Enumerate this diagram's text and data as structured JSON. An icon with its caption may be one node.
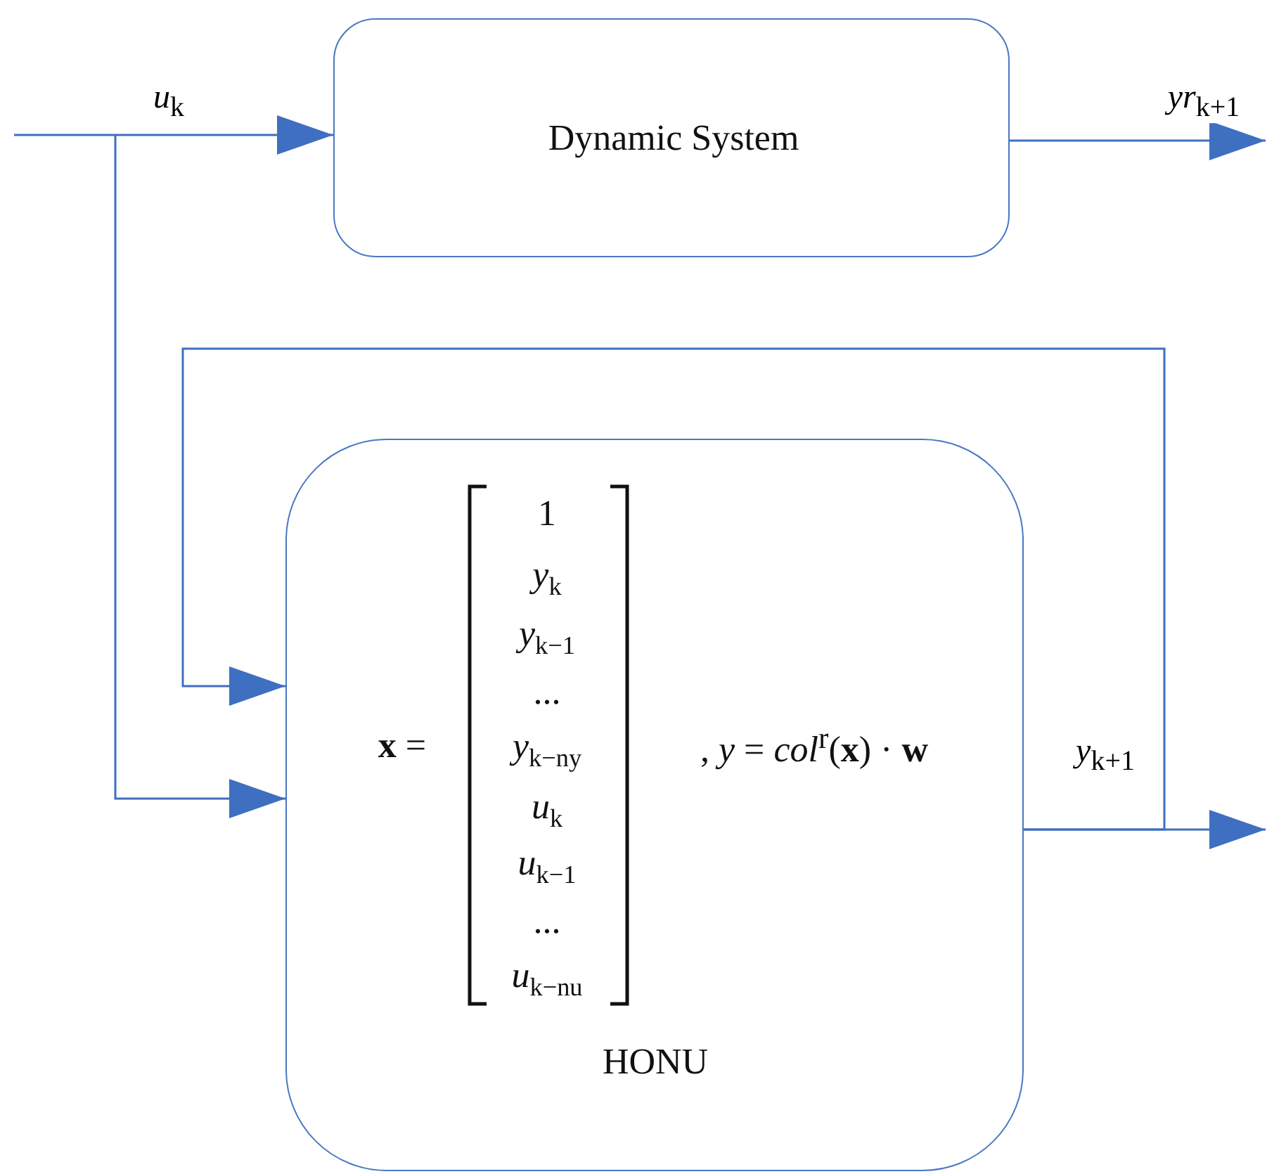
{
  "diagram": {
    "nodes": [
      {
        "text": [
          "Dynamic System"
        ]
      },
      {
        "text": [
          "**x** =",
          "1",
          "*y*$_{k}$",
          "*y*$_{k−1}$",
          "...",
          "*y*$_{k−n}$$_{y}$",
          "*u*$_{k}$",
          "*u*$_{k−1}$",
          "...",
          "*u*$_{k−n}$$_{u}$",
          ", *y* = *col*$^{r}$(**x**) · **w**",
          "HONU"
        ]
      }
    ],
    "edges": [
      {
        "from": null,
        "to": 0,
        "arrow": "to",
        "label": "*u*$_{k}$"
      },
      {
        "from": 0,
        "to": null,
        "arrow": "to",
        "label": "*yr*$_{k+1}$"
      },
      {
        "from": null,
        "to": 1,
        "arrow": "to"
      },
      {
        "from": 1,
        "to": null,
        "arrow": "to",
        "label": "*y*$_{k+1}$"
      },
      {
        "from": 1,
        "to": 1,
        "arrow": "to"
      }
    ]
  }
}
